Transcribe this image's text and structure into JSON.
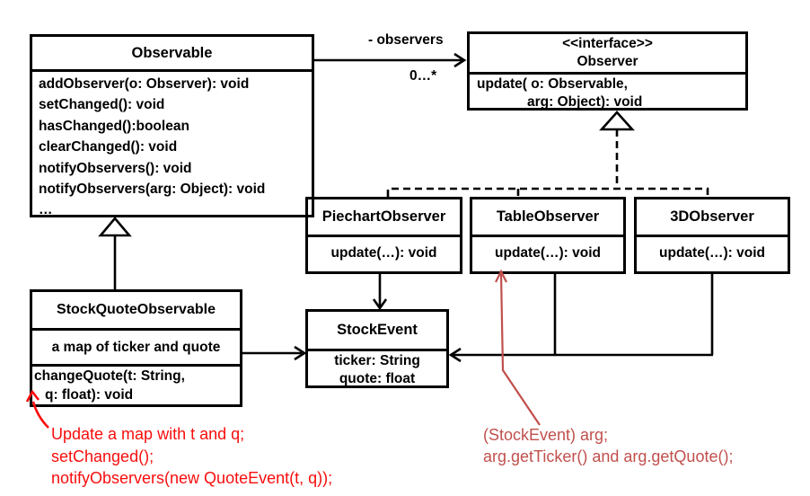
{
  "diagram": {
    "classes": {
      "observable": {
        "title": "Observable",
        "methods": [
          "addObserver(o: Observer): void",
          "setChanged(): void",
          "hasChanged():boolean",
          "clearChanged(): void",
          "notifyObservers(): void",
          "notifyObservers(arg: Object): void",
          "…"
        ]
      },
      "observer_interface": {
        "stereotype": "<<interface>>",
        "title": "Observer",
        "method_line1": "update( o: Observable,",
        "method_line2": "arg: Object): void"
      },
      "piechart_observer": {
        "title": "PiechartObserver",
        "method": "update(…): void"
      },
      "table_observer": {
        "title": "TableObserver",
        "method": "update(…): void"
      },
      "threed_observer": {
        "title": "3DObserver",
        "method": "update(…): void"
      },
      "stockquote_observable": {
        "title": "StockQuoteObservable",
        "attribute": "a map of ticker and quote",
        "method_line1": "changeQuote(t: String,",
        "method_line2": "q: float): void"
      },
      "stock_event": {
        "title": "StockEvent",
        "attr1": "ticker: String",
        "attr2": "quote: float"
      }
    },
    "labels": {
      "association_role": "- observers",
      "association_multiplicity": "0…*"
    },
    "annotations": {
      "change_quote_note": {
        "line1": "Update a map with t and q;",
        "line2": "setChanged();",
        "line3": "notifyObservers(new QuoteEvent(t, q));"
      },
      "update_arg_note": {
        "line1": "(StockEvent) arg;",
        "line2": "arg.getTicker() and arg.getQuote();"
      }
    },
    "colors": {
      "line": "#000000",
      "note_red": "#f90d0d",
      "note_brick": "#c0504d",
      "background": "#ffffff"
    }
  }
}
